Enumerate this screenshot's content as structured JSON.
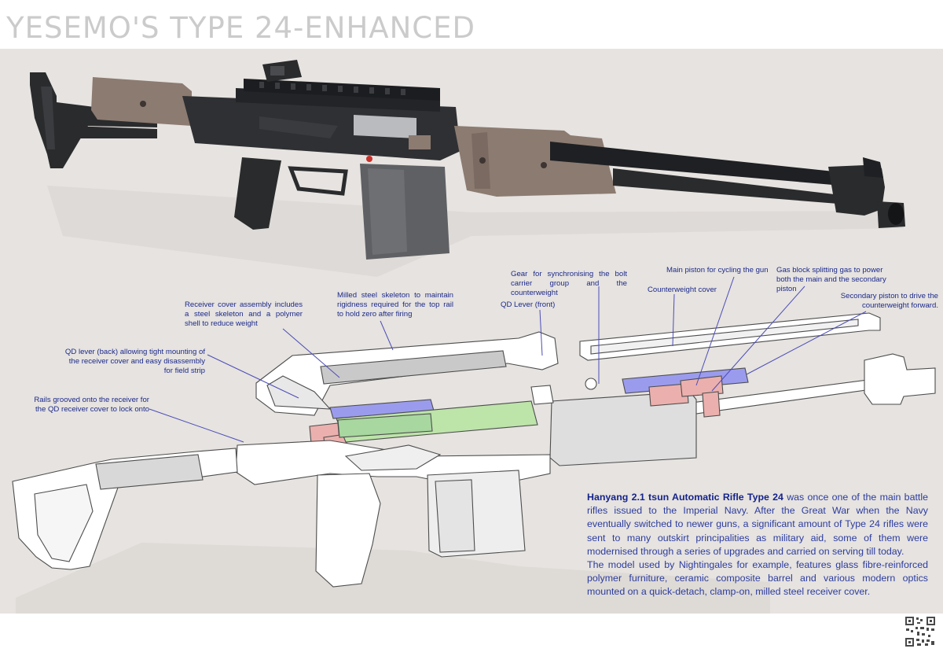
{
  "header": {
    "title": "YESEMO'S TYPE 24-ENHANCED"
  },
  "annotations": {
    "receiver_cover": "Receiver cover assembly includes a steel skeleton and a polymer shell to reduce weight",
    "milled_skeleton": "Milled steel skeleton to maintain rigidness required for the top rail to hold zero after firing",
    "qd_front": "QD Lever (front)",
    "gear": "Gear for synchronising the bolt carrier group and the counterweight",
    "main_piston": "Main piston for cycling the gun",
    "counterweight_cover": "Counterweight cover",
    "gas_block": "Gas block splitting gas to power both the main and the secondary piston",
    "secondary_piston": "Secondary piston to drive the counterweight forward.",
    "qd_back": "QD lever (back) allowing tight mounting of the receiver cover and easy disassembly for field strip",
    "rails": "Rails grooved onto the receiver for the QD receiver cover to lock onto"
  },
  "description": {
    "lead": "Hanyang 2.1 tsun Automatic Rifle Type 24",
    "p1_rest": " was once one of the main battle rifles issued to the Imperial Navy. After the Great War when the Navy eventually switched to newer guns, a significant amount of Type 24 rifles were sent to many outskirt principalities as military aid, some of them were modernised through a series of upgrades and carried on serving till today.",
    "p2": "The model used by Nightingales for example, features glass fibre-reinforced polymer furniture, ceramic composite barrel and various modern optics mounted on a quick-detach, clamp-on, milled steel receiver cover."
  },
  "colors": {
    "panel": "#e6e3e0",
    "title": "#cbcbcb",
    "annotation_text": "#1d2a8a",
    "body_text": "#2c3c9e",
    "gun_black": "#2a2b2d",
    "furniture_tan": "#8c7b71",
    "highlight_blue": "#8f8fe6",
    "highlight_green": "#b8e0a4",
    "highlight_red": "#e9a8a4"
  }
}
